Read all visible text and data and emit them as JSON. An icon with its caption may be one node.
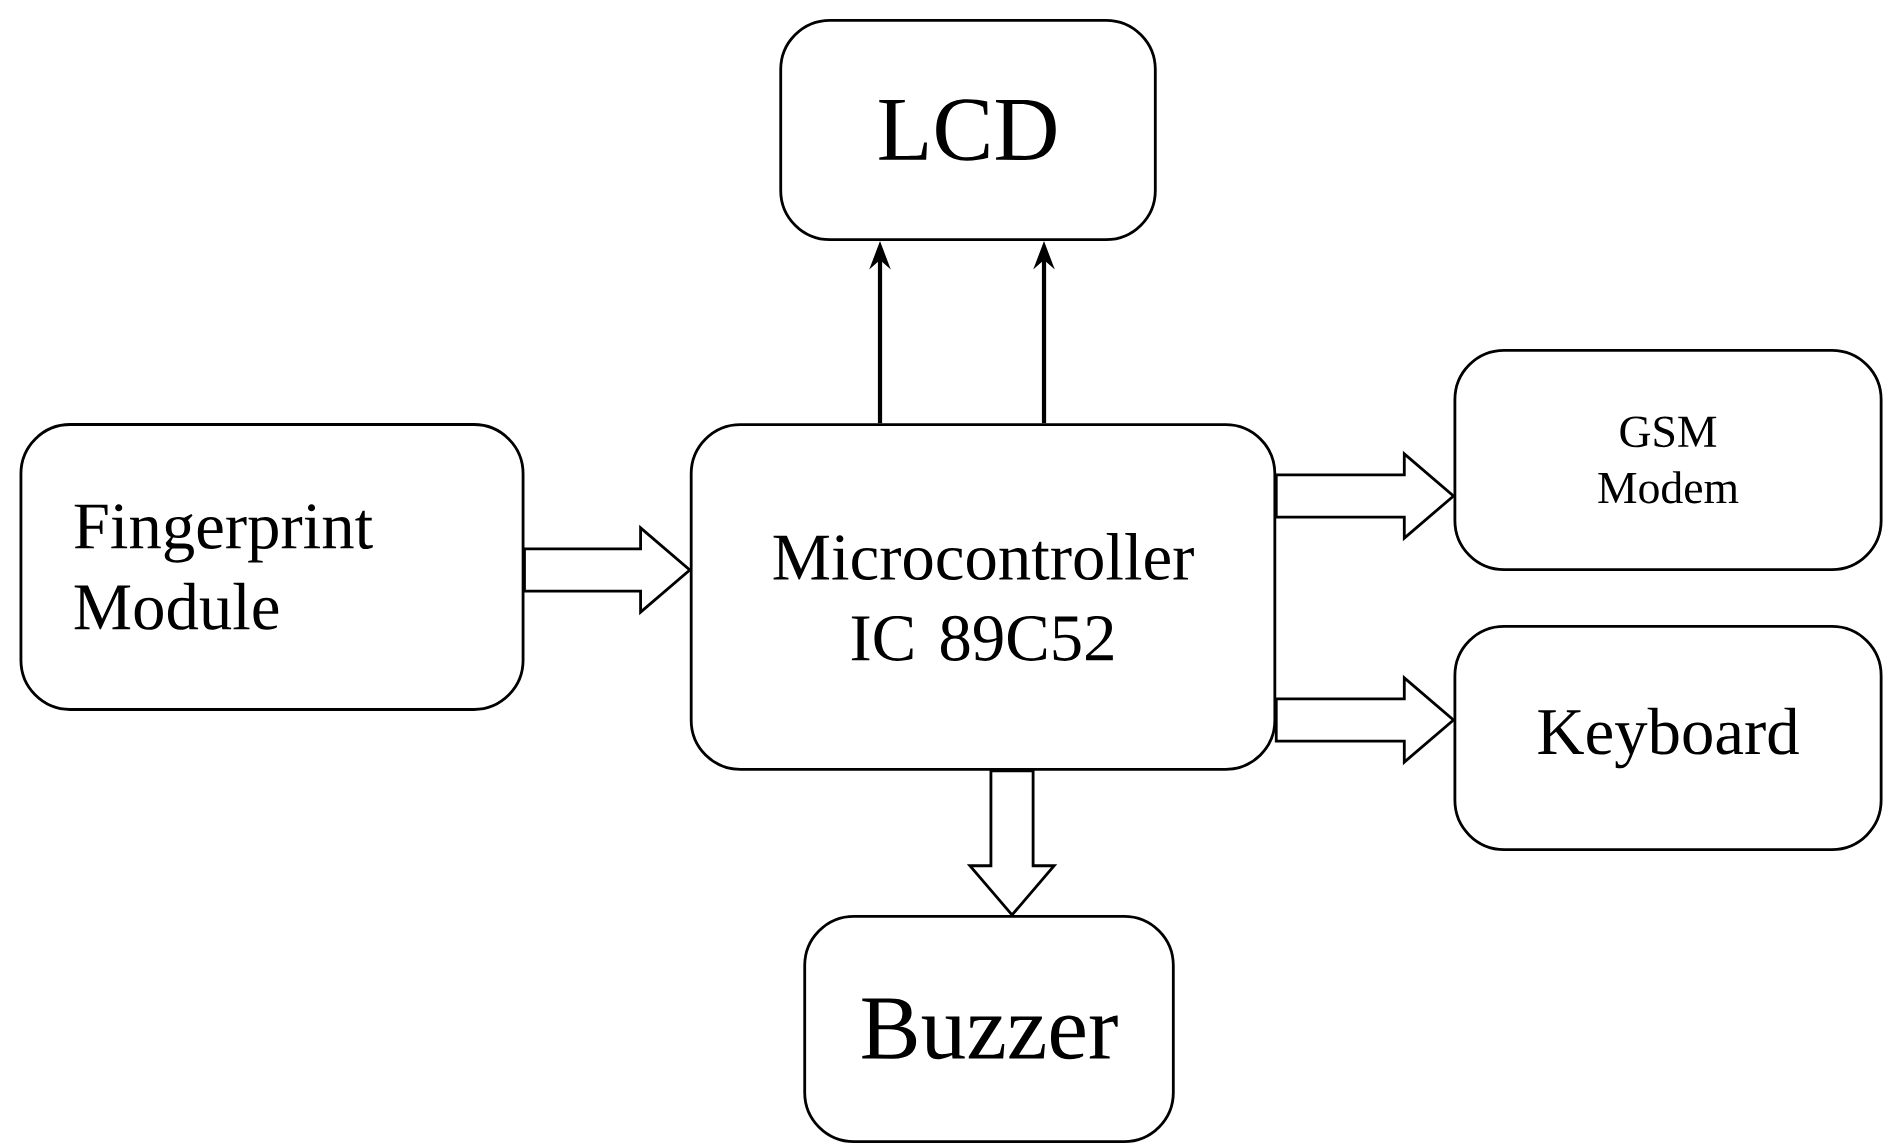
{
  "diagram": {
    "nodes": [
      {
        "text": [
          "LCD"
        ]
      },
      {
        "text": [
          "Fingerprint Module"
        ]
      },
      {
        "text": [
          "Microcontroller IC 89C52"
        ]
      },
      {
        "text": [
          "GSM Modem"
        ]
      },
      {
        "text": [
          "Keyboard"
        ]
      },
      {
        "text": [
          "Buzzer"
        ]
      }
    ],
    "edges": [
      {
        "from": 2,
        "to": 0,
        "arrow": "to"
      },
      {
        "from": 2,
        "to": 0,
        "arrow": "to"
      },
      {
        "from": 1,
        "to": 2,
        "arrow": "to",
        "style": "thick"
      },
      {
        "from": 2,
        "to": 3,
        "arrow": "to",
        "style": "thick"
      },
      {
        "from": 2,
        "to": 4,
        "arrow": "to",
        "style": "thick"
      },
      {
        "from": 2,
        "to": 5,
        "arrow": "to",
        "style": "thick"
      }
    ]
  }
}
